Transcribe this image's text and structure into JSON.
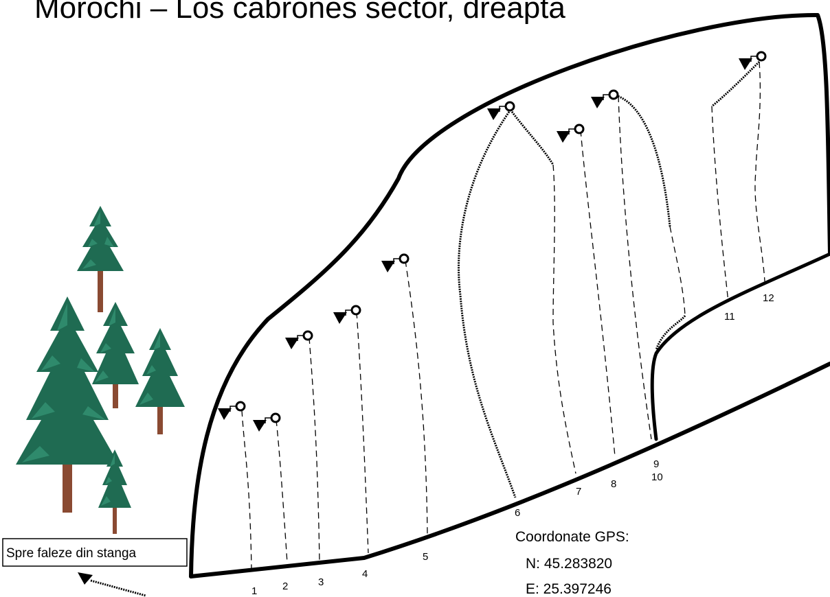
{
  "title": "Morochi – Los cabrones sector, dreapta",
  "route_numbers": [
    "1",
    "2",
    "3",
    "4",
    "5",
    "6",
    "7",
    "8",
    "9",
    "10",
    "11",
    "12"
  ],
  "direction_label": "Spre faleze din stanga",
  "gps": {
    "heading": "Coordonate GPS:",
    "north": "N: 45.283820",
    "east": "E: 25.397246"
  },
  "colors": {
    "tree_green": "#1f6b52",
    "tree_light": "#2f8a6c",
    "trunk": "#8a4a32"
  }
}
